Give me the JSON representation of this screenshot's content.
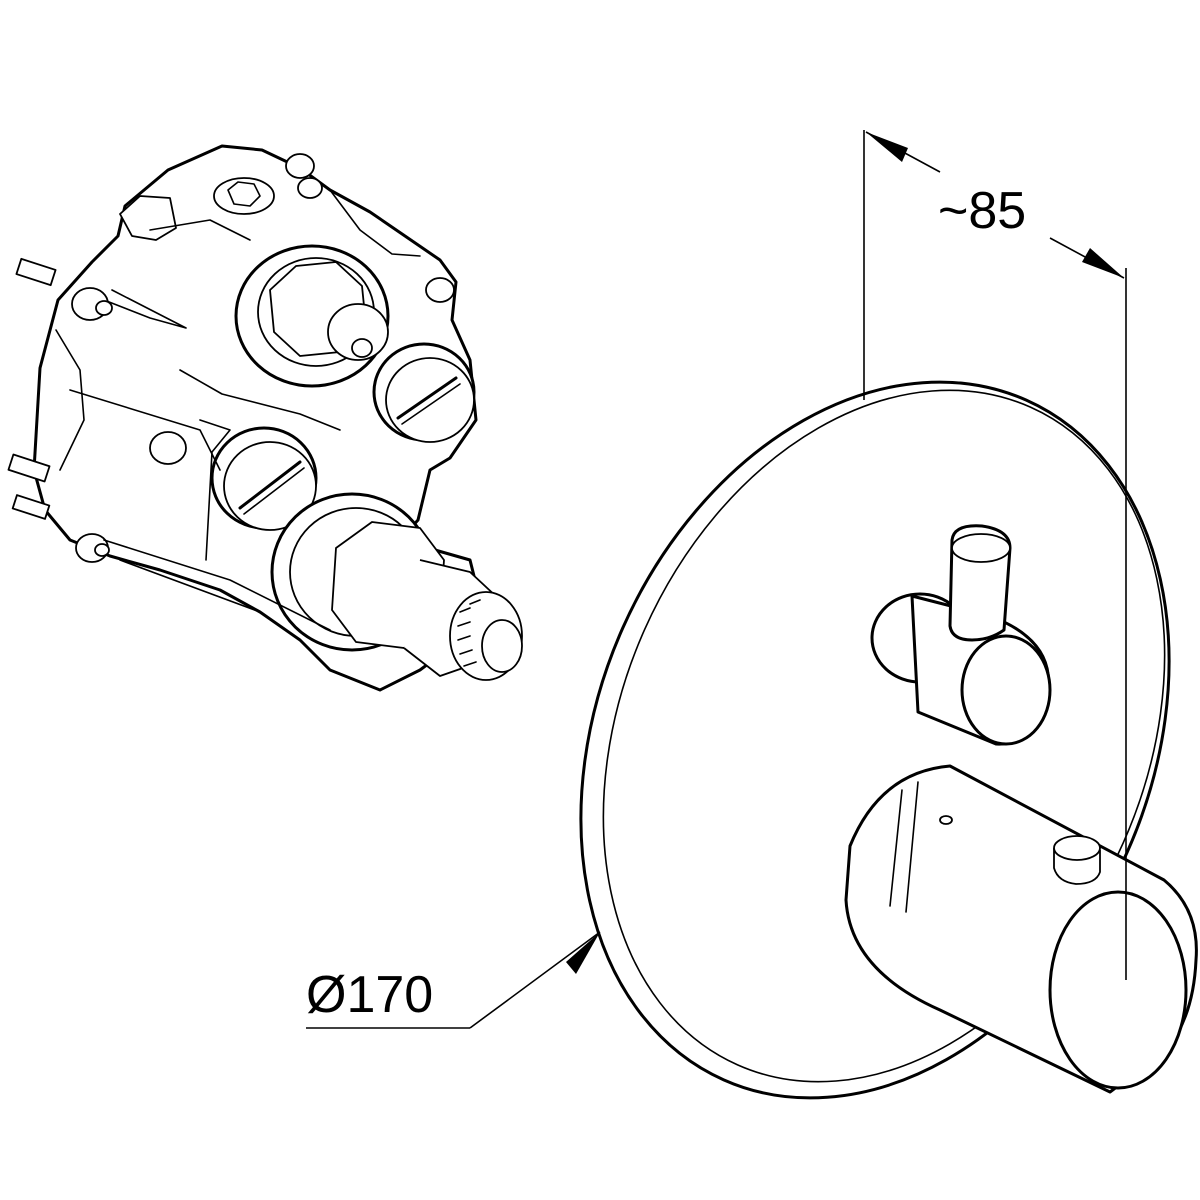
{
  "dimensions": {
    "depth_label": "~85",
    "diameter_label": "Ø170"
  },
  "colors": {
    "line": "#000000",
    "background": "#ffffff"
  },
  "parts": [
    "concealed-valve-body",
    "trim-plate-with-handles"
  ]
}
